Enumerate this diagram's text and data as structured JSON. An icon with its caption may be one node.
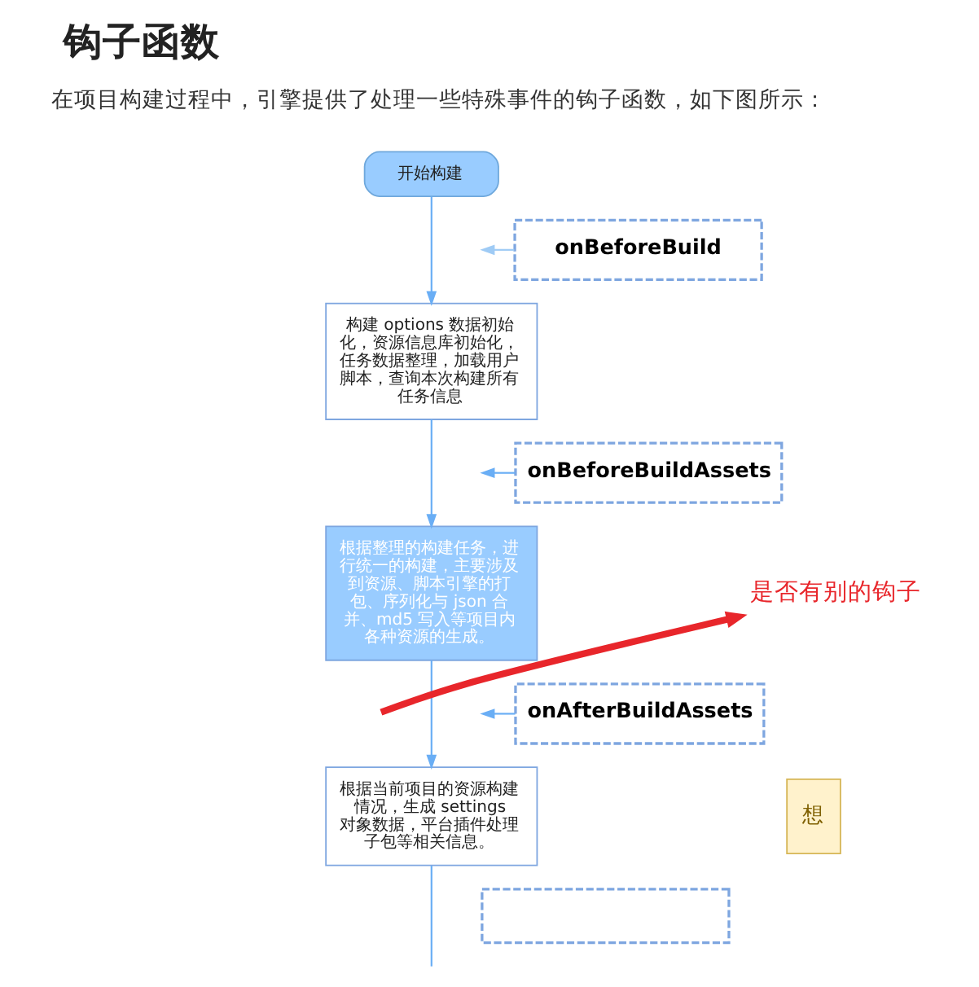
{
  "diagram": {
    "title": "钩子函数",
    "nodes": [
      {
        "text": [
          "开始构建"
        ]
      },
      {
        "text": [
          "onBeforeBuild"
        ]
      },
      {
        "text": [
          "构建 options 数据初始化，资源信息库初始化，任务数据整理，加载用户脚本，查询本次构建所有任务信息"
        ]
      },
      {
        "text": [
          "onBeforeBuildAssets"
        ]
      },
      {
        "text": [
          "根据整理的构建任务，进行统一的构建，主要涉及到资源、脚本引擎的打包、序列化与 json 合并、md5 写入等项目内各种资源的生成。"
        ]
      },
      {
        "text": [
          "是否有别的钩子"
        ]
      },
      {
        "text": [
          "onAfterBuildAssets"
        ]
      },
      {
        "text": [
          "根据当前项目的资源构建情况，生成 settings 对象数据，平台插件处理子包等相关信息。"
        ]
      },
      {
        "text": [],
        "shape": "box"
      },
      {
        "text": [
          "想"
        ]
      }
    ],
    "edges": [
      {
        "from": 0,
        "to": 2,
        "arrow": "to"
      },
      {
        "from": 1,
        "to": null,
        "arrow": "to",
        "color": "#9fcbf5"
      },
      {
        "from": 2,
        "to": 4,
        "arrow": "to"
      },
      {
        "from": 3,
        "to": null,
        "arrow": "to"
      },
      {
        "from": null,
        "to": 5,
        "arrow": "to",
        "style": "thick",
        "color": "#e8262b"
      },
      {
        "from": 4,
        "to": 7,
        "arrow": "to"
      },
      {
        "from": 6,
        "to": null,
        "arrow": "to"
      },
      {
        "from": 7,
        "to": null,
        "arrow": "none"
      }
    ],
    "labels": [
      "在项目构建过程中，引擎提供了处理一些特殊事件的钩子函数，如下图所示："
    ]
  }
}
